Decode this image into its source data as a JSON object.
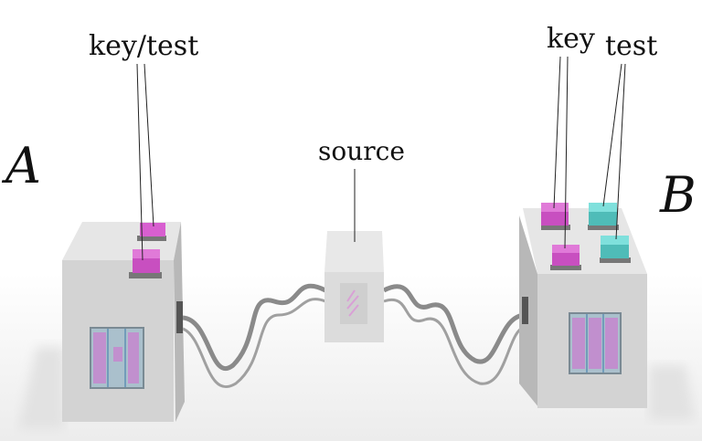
{
  "labels": {
    "party_a": "A",
    "party_b": "B",
    "a_buttons": "key/test",
    "b_key": "key",
    "b_test": "test",
    "source": "source"
  },
  "colors": {
    "box": "#d6d6d6",
    "key_button": "#d85fd0",
    "test_button": "#5fd0cc",
    "cable": "#8a8a8a"
  }
}
